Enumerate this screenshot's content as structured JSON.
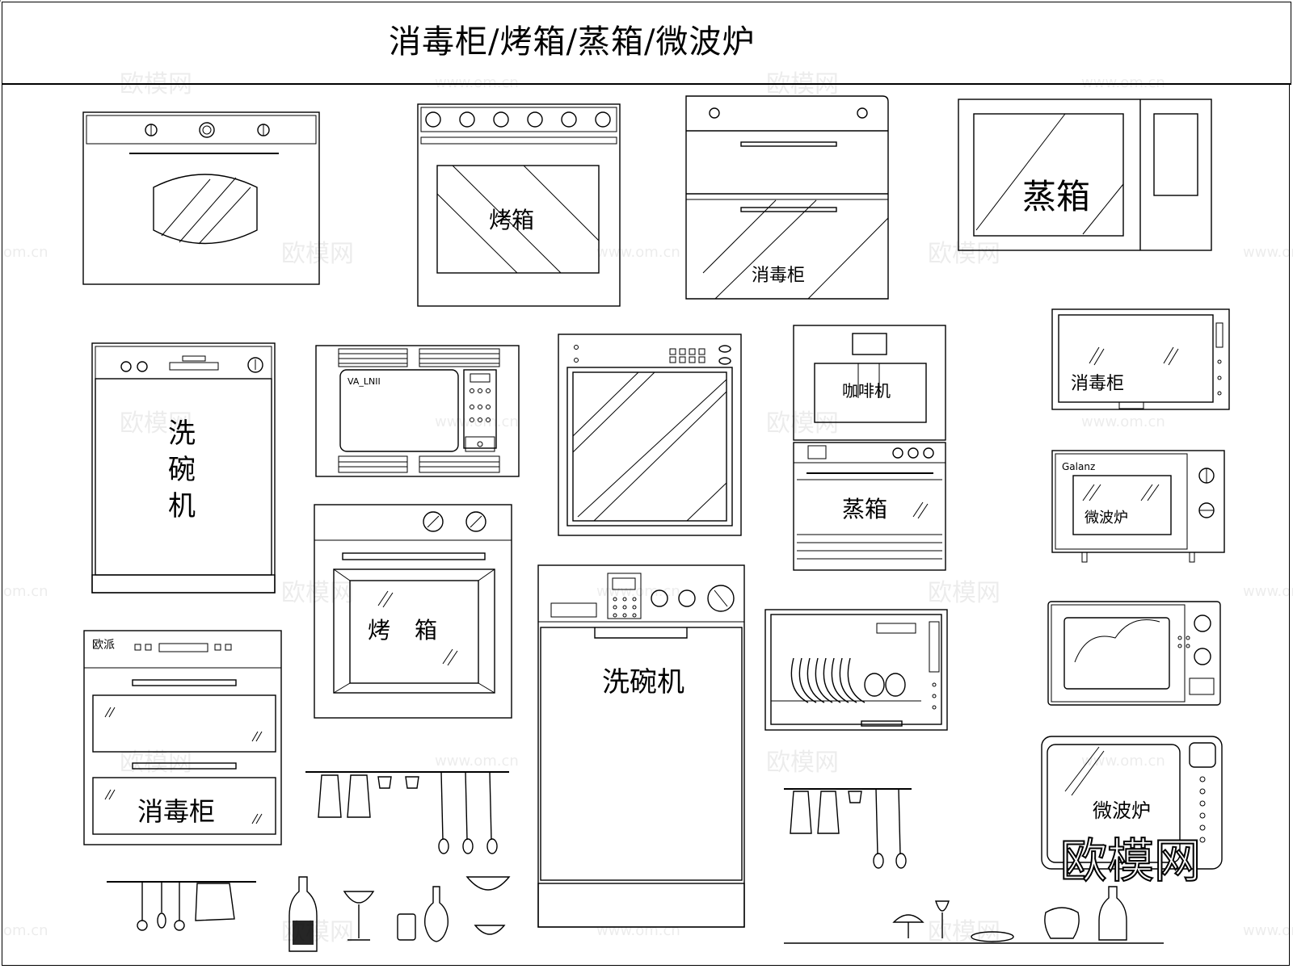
{
  "title": "消毒柜/烤箱/蒸箱/微波炉",
  "labels": {
    "oven_1": "烤箱",
    "steriliser_1": "消毒柜",
    "steamer_1": "蒸箱",
    "dishwasher_1_a": "洗",
    "dishwasher_1_b": "碗",
    "dishwasher_1_c": "机",
    "coffee": "咖啡机",
    "steamer_2": "蒸箱",
    "steriliser_2": "消毒柜",
    "microwave_1": "微波炉",
    "oven_2_a": "烤",
    "oven_2_b": "箱",
    "dishwasher_2": "洗碗机",
    "steriliser_3": "消毒柜",
    "microwave_2": "微波炉"
  },
  "brands": {
    "valnii": "VA_LNII",
    "galanz": "Galanz",
    "oupai": "欧派"
  },
  "watermark": {
    "cn": "欧模网",
    "url": "www.om.cn",
    "url_short": "om.cn"
  }
}
